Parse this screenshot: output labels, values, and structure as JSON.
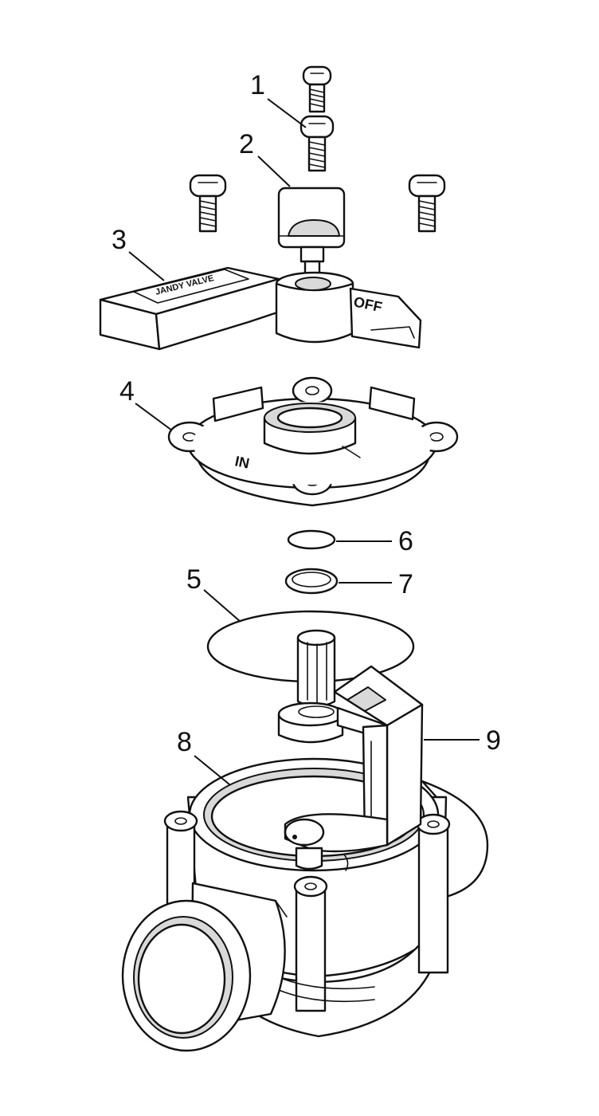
{
  "diagram": {
    "callouts": [
      {
        "id": "1",
        "label": "1"
      },
      {
        "id": "2",
        "label": "2"
      },
      {
        "id": "3",
        "label": "3"
      },
      {
        "id": "4",
        "label": "4"
      },
      {
        "id": "5",
        "label": "5"
      },
      {
        "id": "6",
        "label": "6"
      },
      {
        "id": "7",
        "label": "7"
      },
      {
        "id": "8",
        "label": "8"
      },
      {
        "id": "9",
        "label": "9"
      }
    ],
    "handle_label": "JANDY VALVE",
    "off_label": "OFF",
    "in_label": "IN"
  }
}
